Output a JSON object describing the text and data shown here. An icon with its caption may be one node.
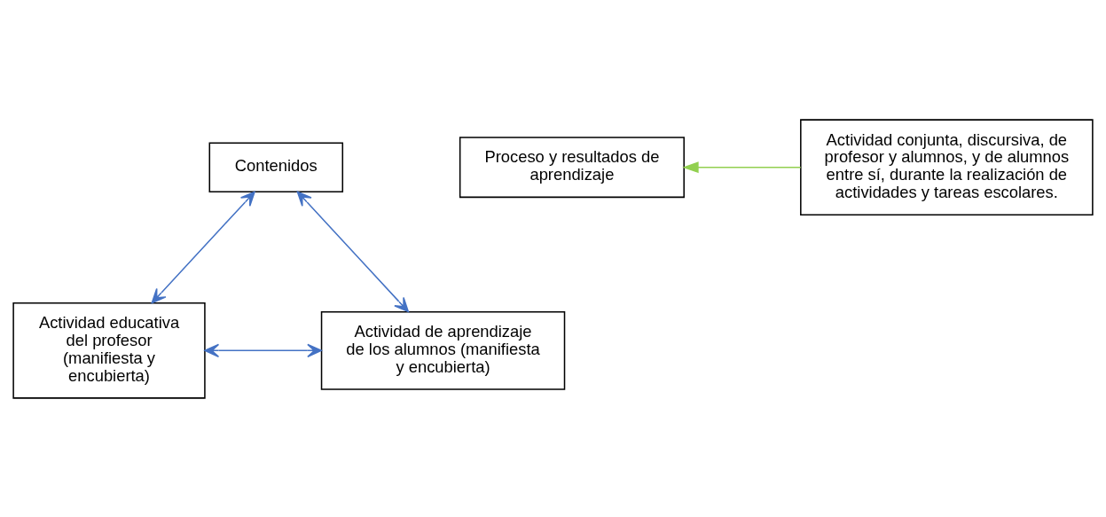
{
  "diagram": {
    "nodes": [
      {
        "text": [
          "Contenidos"
        ]
      },
      {
        "text": [
          "Proceso y resultados de aprendizaje"
        ]
      },
      {
        "text": [
          "Actividad conjunta, discursiva, de profesor y alumnos, y de alumnos entre sí, durante la realización de actividades y tareas escolares."
        ]
      },
      {
        "text": [
          "Actividad educativa del profesor (manifiesta y encubierta)"
        ]
      },
      {
        "text": [
          "Actividad de aprendizaje de los alumnos (manifiesta y encubierta)"
        ]
      }
    ],
    "edges": [
      {
        "from": 0,
        "to": 3,
        "arrow": "both"
      },
      {
        "from": 0,
        "to": 4,
        "arrow": "both"
      },
      {
        "from": 3,
        "to": 4,
        "arrow": "both"
      },
      {
        "from": 2,
        "to": 1,
        "arrow": "to",
        "color": "#92d050"
      }
    ]
  }
}
